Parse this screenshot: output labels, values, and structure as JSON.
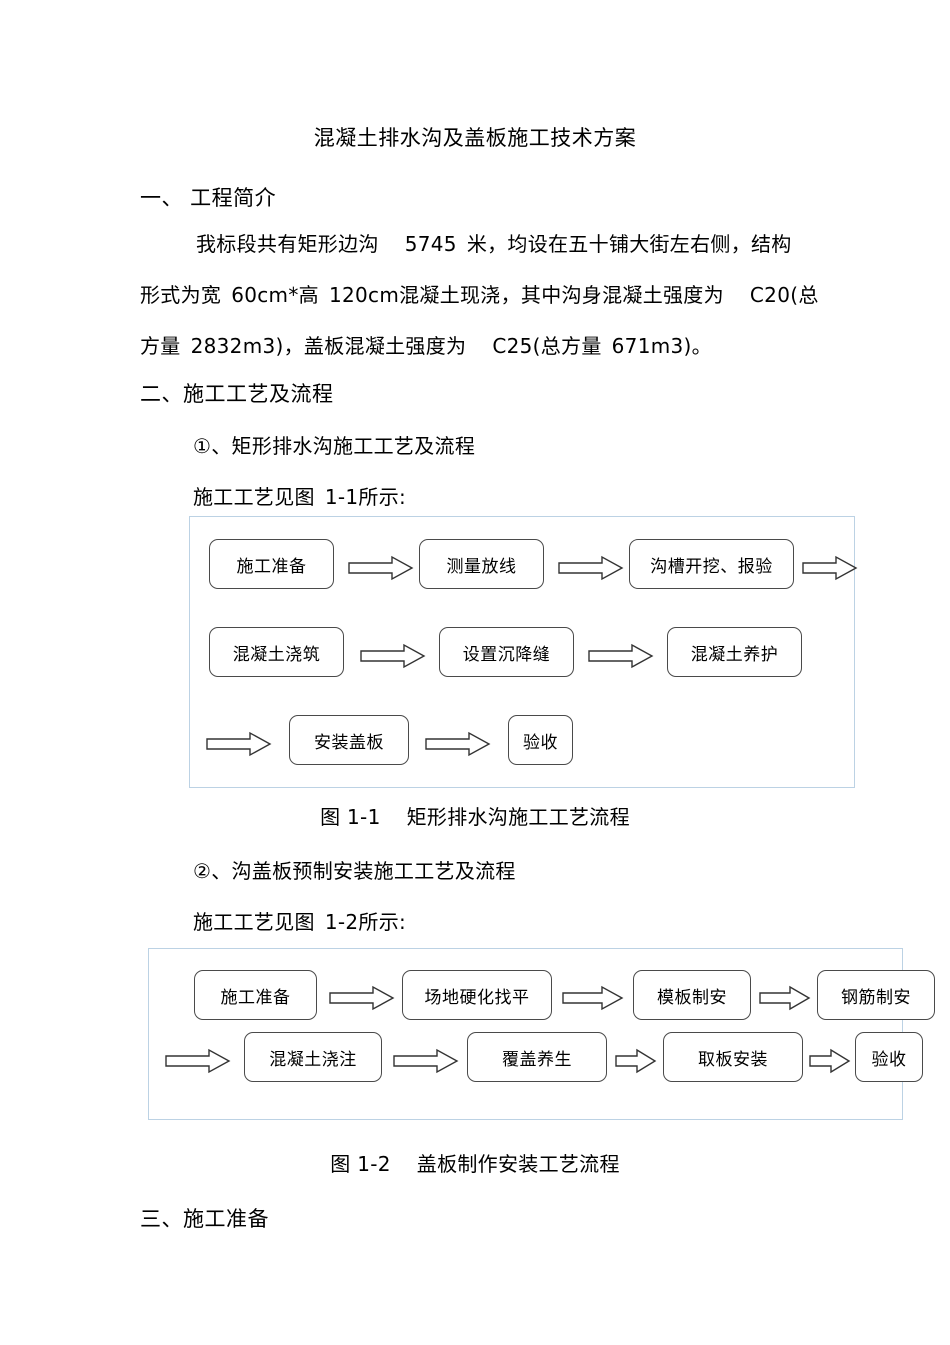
{
  "document": {
    "title": "混凝土排水沟及盖板施工技术方案",
    "sections": [
      {
        "id": "s1",
        "heading": "一、  工程简介"
      },
      {
        "id": "s2",
        "heading": "二、施工工艺及流程"
      },
      {
        "id": "s3",
        "heading": "三、施工准备"
      }
    ],
    "intro_paragraph": {
      "line1_a": "我标段共有矩形边沟",
      "line1_b": "5745",
      "line1_c": "米，均设在五十铺大街左右侧，结构",
      "line2_a": "形式为宽",
      "line2_b": "60cm*",
      "line2_c": "高",
      "line2_d": "120cm",
      "line2_e": "混凝土现浇，其中沟身混凝土强度为",
      "line2_f": "C20(",
      "line2_g": "总",
      "line3_a": "方量",
      "line3_b": "2832m3)",
      "line3_c": "，盖板混凝土强度为",
      "line3_d": "C25(",
      "line3_e": "总方量",
      "line3_f": "671m3)",
      "line3_g": "。"
    },
    "subsections": [
      {
        "id": "sub1",
        "heading": "①、矩形排水沟施工工艺及流程",
        "lead_a": "施工工艺见图",
        "lead_b": "1-1",
        "lead_c": "所示:"
      },
      {
        "id": "sub2",
        "heading": "②、沟盖板预制安装施工工艺及流程",
        "lead_a": "施工工艺见图",
        "lead_b": "1-2",
        "lead_c": "所示:"
      }
    ],
    "captions": {
      "fig1_label": "图 1-1",
      "fig1_text": "矩形排水沟施工工艺流程",
      "fig2_label": "图 1-2",
      "fig2_text": "盖板制作安装工艺流程"
    }
  },
  "colors": {
    "frame_border": "#bcd2e4",
    "node_border": "#4a4a4a",
    "arrow_stroke": "#333333",
    "text": "#000000",
    "page_background": "#ffffff"
  },
  "chart_data": [
    {
      "type": "diagram",
      "id": "figure-1-1",
      "title": "矩形排水沟施工工艺流程",
      "figure_label": "图 1-1",
      "nodes": [
        "施工准备",
        "测量放线",
        "沟槽开挖、报验",
        "混凝土浇筑",
        "设置沉降缝",
        "混凝土养护",
        "安装盖板",
        "验收"
      ],
      "connector": "block-arrow-right",
      "rows": [
        {
          "row": 1,
          "items": [
            "施工准备",
            "测量放线",
            "沟槽开挖、报验"
          ],
          "trailing_arrow": true
        },
        {
          "row": 2,
          "items": [
            "混凝土浇筑",
            "设置沉降缝",
            "混凝土养护"
          ],
          "trailing_arrow": false
        },
        {
          "row": 3,
          "leading_arrow": true,
          "items": [
            "安装盖板",
            "验收"
          ],
          "trailing_arrow": false
        }
      ]
    },
    {
      "type": "diagram",
      "id": "figure-1-2",
      "title": "盖板制作安装工艺流程",
      "figure_label": "图 1-2",
      "nodes": [
        "施工准备",
        "场地硬化找平",
        "模板制安",
        "钢筋制安",
        "混凝土浇注",
        "覆盖养生",
        "取板安装",
        "验收"
      ],
      "connector": "block-arrow-right",
      "rows": [
        {
          "row": 1,
          "items": [
            "施工准备",
            "场地硬化找平",
            "模板制安",
            "钢筋制安"
          ],
          "trailing_arrow": false
        },
        {
          "row": 2,
          "leading_arrow": true,
          "items": [
            "混凝土浇注",
            "覆盖养生",
            "取板安装",
            "验收"
          ],
          "trailing_arrow": false
        }
      ]
    }
  ],
  "flow1": {
    "n1": "施工准备",
    "n2": "测量放线",
    "n3": "沟槽开挖、报验",
    "n4": "混凝土浇筑",
    "n5": "设置沉降缝",
    "n6": "混凝土养护",
    "n7": "安装盖板",
    "n8": "验收"
  },
  "flow2": {
    "n1": "施工准备",
    "n2": "场地硬化找平",
    "n3": "模板制安",
    "n4": "钢筋制安",
    "n5": "混凝土浇注",
    "n6": "覆盖养生",
    "n7": "取板安装",
    "n8": "验收"
  }
}
